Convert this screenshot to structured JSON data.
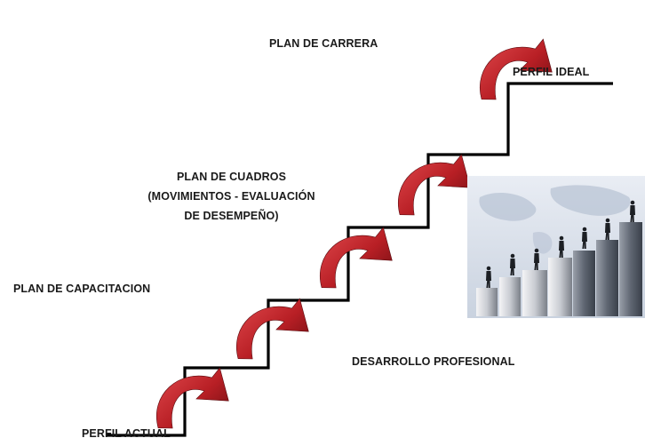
{
  "labels": {
    "plan_carrera": "PLAN DE CARRERA",
    "perfil_ideal": "PERFIL IDEAL",
    "plan_cuadros_1": "PLAN DE CUADROS",
    "plan_cuadros_2": "(MOVIMIENTOS - EVALUACIÓN",
    "plan_cuadros_3": "DE DESEMPEÑO)",
    "plan_capacitacion": "PLAN DE CAPACITACION",
    "desarrollo_profesional": "DESARROLLO PROFESIONAL",
    "perfil_actual": "PERFIL ACTUAL"
  },
  "colors": {
    "stair_line": "#000000",
    "arrow_red": "#c0262a",
    "arrow_dark": "#7a1015",
    "text": "#1a1a1a"
  },
  "illustration": {
    "icon": "business-stairs-climb-image"
  }
}
